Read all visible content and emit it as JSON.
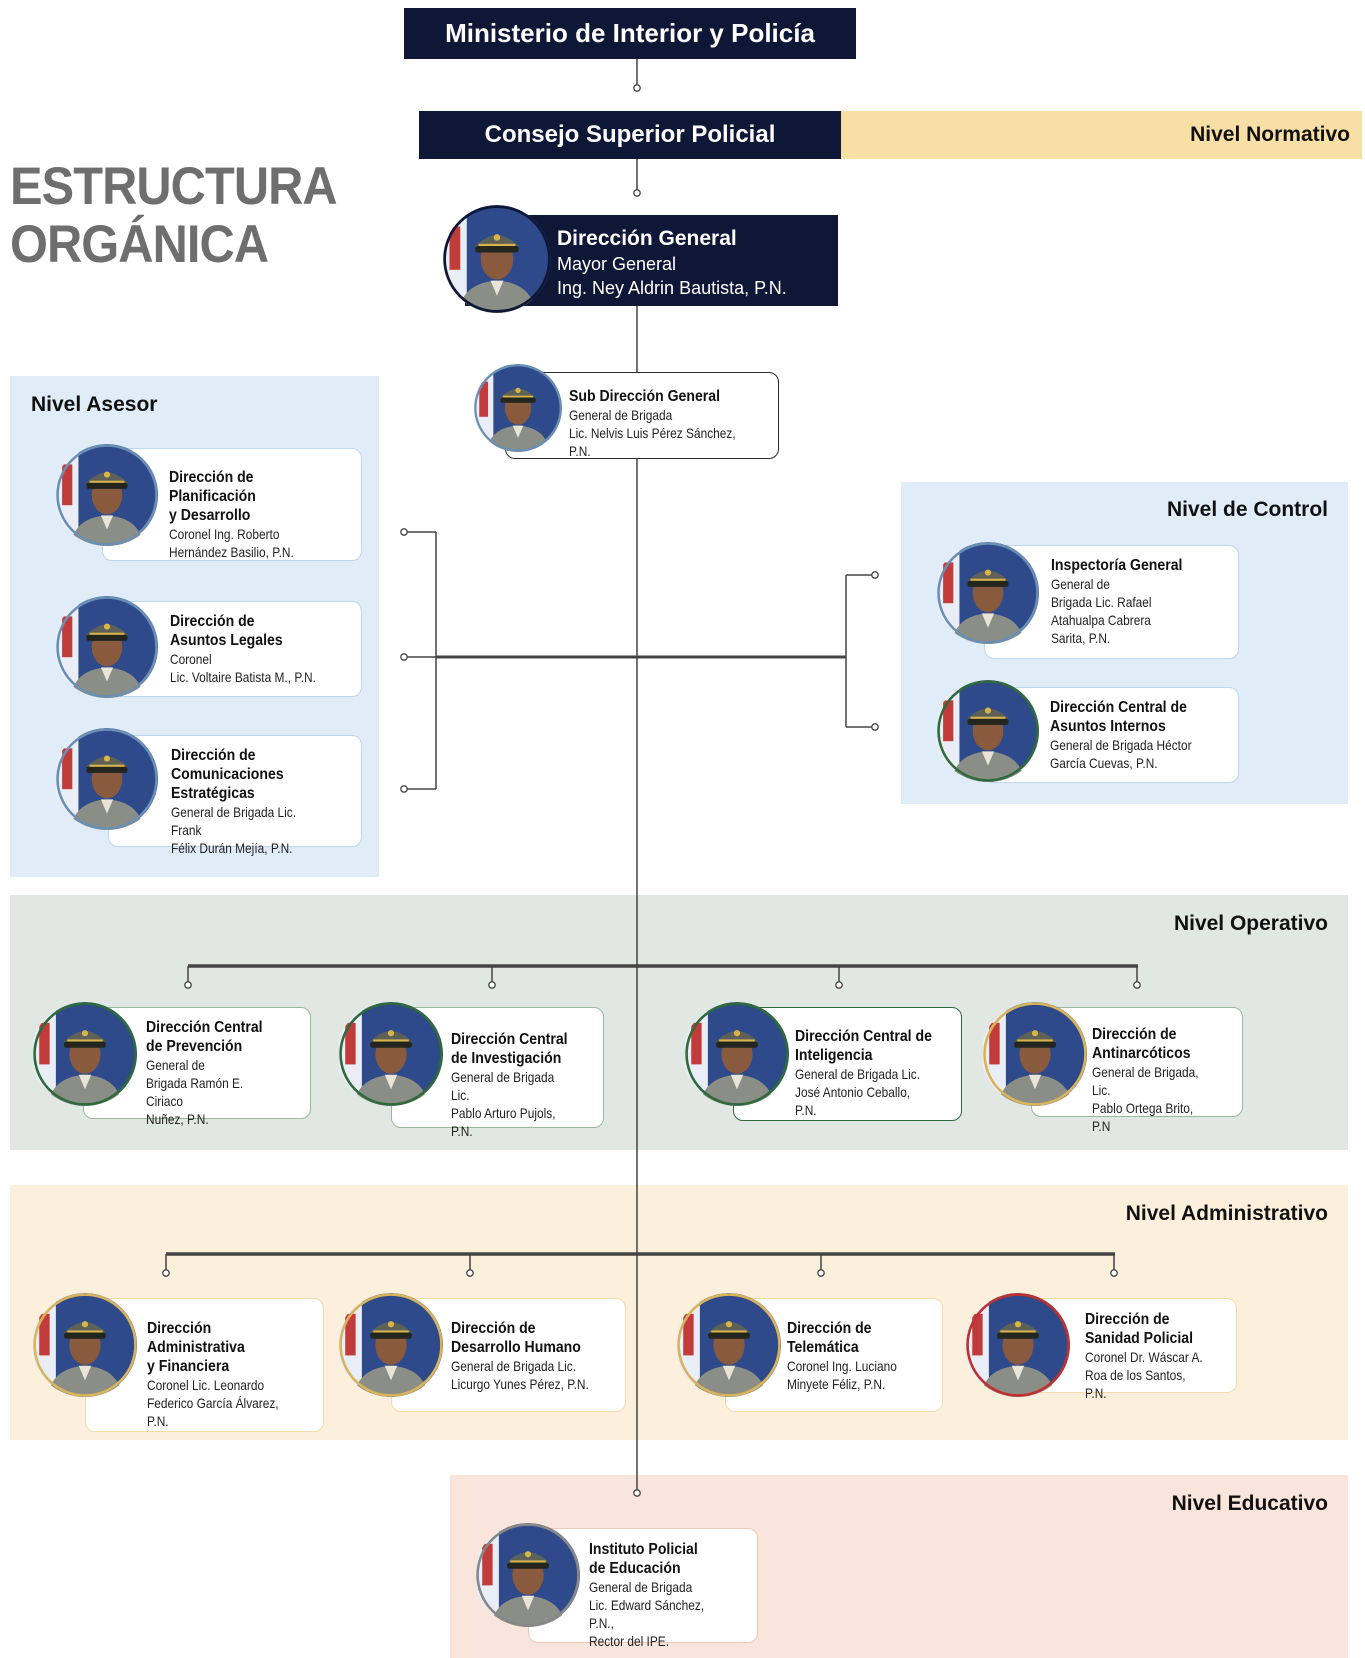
{
  "header": {
    "ministerio": "Ministerio de Interior y Policía",
    "consejo": "Consejo Superior Policial",
    "nivel_normativo": "Nivel Normativo",
    "title_line1": "ESTRUCTURA",
    "title_line2": "ORGÁNICA"
  },
  "direccion_general": {
    "name": "Dirección General",
    "rank": "Mayor General",
    "person": "Ing. Ney Aldrin Bautista, P.N."
  },
  "sub_direccion": {
    "name": "Sub Dirección General",
    "rank": "General de Brigada",
    "person": "Lic. Nelvis Luis Pérez Sánchez, P.N."
  },
  "levels": {
    "asesor": "Nivel Asesor",
    "control": "Nivel de Control",
    "operativo": "Nivel Operativo",
    "administrativo": "Nivel Administrativo",
    "educativo": "Nivel Educativo"
  },
  "asesor_cards": [
    {
      "name": "Dirección de Planificación\ny Desarrollo",
      "rank": "Coronel Ing. Roberto\nHernández Basilio, P.N."
    },
    {
      "name": "Dirección de\nAsuntos Legales",
      "rank": "Coronel\nLic. Voltaire Batista M., P.N."
    },
    {
      "name": "Dirección de\nComunicaciones\nEstratégicas",
      "rank": "General de Brigada Lic. Frank\nFélix Durán Mejía, P.N."
    }
  ],
  "control_cards": [
    {
      "name": "Inspectoría General",
      "rank": "General de\nBrigada Lic. Rafael\nAtahualpa Cabrera\nSarita, P.N."
    },
    {
      "name": "Dirección Central de\nAsuntos Internos",
      "rank": "General de Brigada Héctor\nGarcía Cuevas, P.N."
    }
  ],
  "operativo_cards": [
    {
      "name": "Dirección Central\nde Prevención",
      "rank": "General de\nBrigada Ramón E. Ciriaco\nNuñez, P.N."
    },
    {
      "name": "Dirección Central\nde Investigación",
      "rank": "General de Brigada Lic.\nPablo Arturo Pujols, P.N."
    },
    {
      "name": "Dirección Central de\nInteligencia",
      "rank": "General de Brigada Lic.\nJosé Antonio Ceballo, P.N."
    },
    {
      "name": "Dirección de\nAntinarcóticos",
      "rank": "General de Brigada, Lic.\nPablo Ortega Brito, P.N"
    }
  ],
  "administrativo_cards": [
    {
      "name": "Dirección\nAdministrativa\ny Financiera",
      "rank": "Coronel Lic. Leonardo\nFederico García Álvarez, P.N."
    },
    {
      "name": "Dirección de\nDesarrollo Humano",
      "rank": "General de Brigada Lic.\nLicurgo Yunes Pérez, P.N."
    },
    {
      "name": "Dirección de\nTelemática",
      "rank": "Coronel Ing. Luciano\nMinyete Féliz, P.N."
    },
    {
      "name": "Dirección de\nSanidad Policial",
      "rank": "Coronel Dr. Wáscar A.\nRoa de los Santos, P.N."
    }
  ],
  "educativo_cards": [
    {
      "name": "Instituto Policial\nde Educación",
      "rank": "General de Brigada\nLic. Edward Sánchez, P.N.,\nRector del IPE."
    }
  ],
  "colors": {
    "navy": "#0f1737",
    "normativo": "#f8dfa6",
    "asesor_control": "#e0edf8",
    "operativo": "#e1e7e2",
    "administrativo": "#fcf0dd",
    "educativo": "#f9e5dc",
    "title_gray": "#6e6e6e"
  }
}
